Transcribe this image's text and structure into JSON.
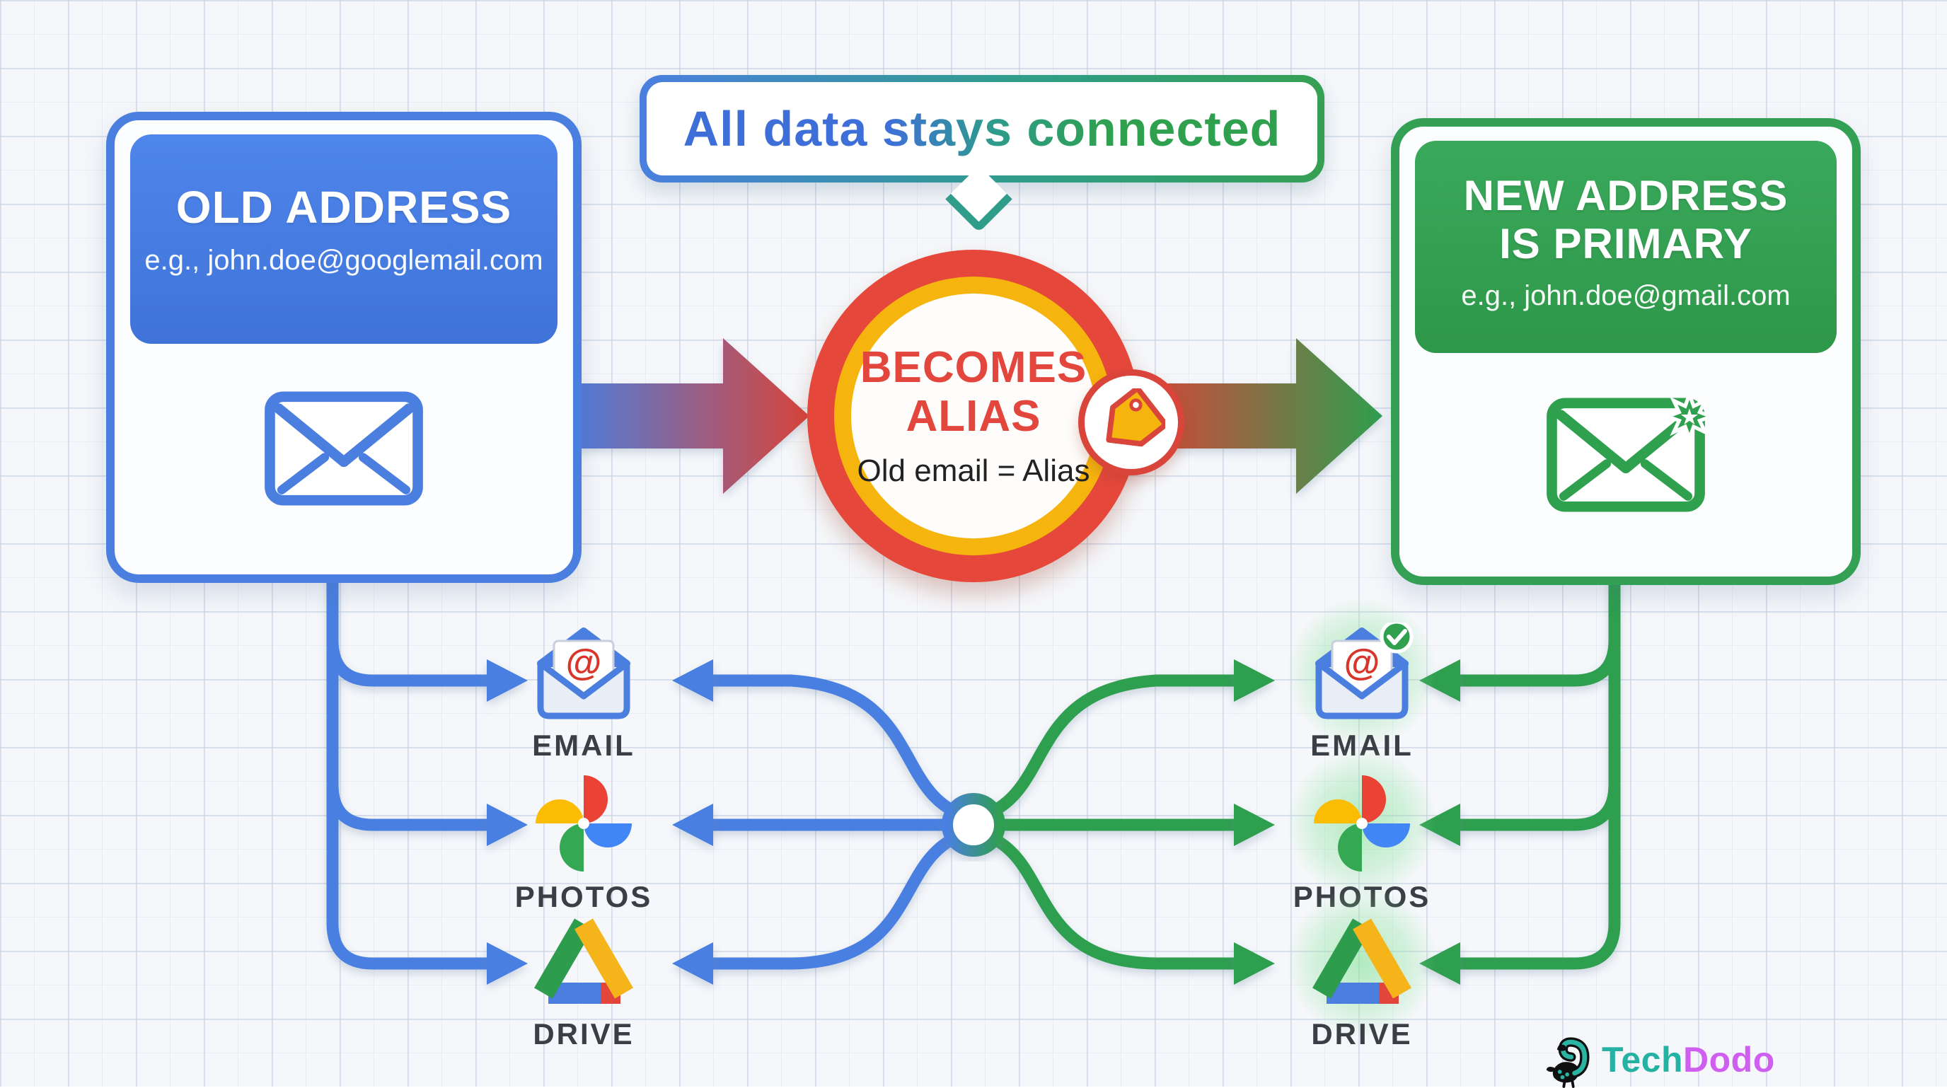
{
  "banner": {
    "text": "All data stays connected"
  },
  "old_card": {
    "title": "OLD ADDRESS",
    "subtitle": "e.g., john.doe@googlemail.com"
  },
  "alias": {
    "line1": "BECOMES",
    "line2": "ALIAS",
    "note": "Old email = Alias"
  },
  "new_card": {
    "title_line1": "NEW ADDRESS",
    "title_line2": "IS PRIMARY",
    "subtitle": "e.g., john.doe@gmail.com"
  },
  "left_column": {
    "items": [
      {
        "icon": "email-open-icon",
        "label": "EMAIL"
      },
      {
        "icon": "google-photos-icon",
        "label": "PHOTOS"
      },
      {
        "icon": "google-drive-icon",
        "label": "DRIVE"
      }
    ]
  },
  "right_column": {
    "items": [
      {
        "icon": "email-open-checked-icon",
        "label": "EMAIL"
      },
      {
        "icon": "google-photos-icon",
        "label": "PHOTOS"
      },
      {
        "icon": "google-drive-icon",
        "label": "DRIVE"
      }
    ]
  },
  "email_at_symbol": "@",
  "footer": {
    "brand_tech": "Tech",
    "brand_dodo": "Dodo"
  },
  "colors": {
    "blue": "#4a7fe0",
    "green": "#2f9e4f",
    "green_border": "#34a053",
    "red": "#e2463c",
    "yellow": "#f6b50e",
    "teal_tail": "#2f9d8a",
    "label_gray": "#3a3f45",
    "brand_teal": "#26b2a2",
    "brand_magenta": "#cf5ff0"
  }
}
